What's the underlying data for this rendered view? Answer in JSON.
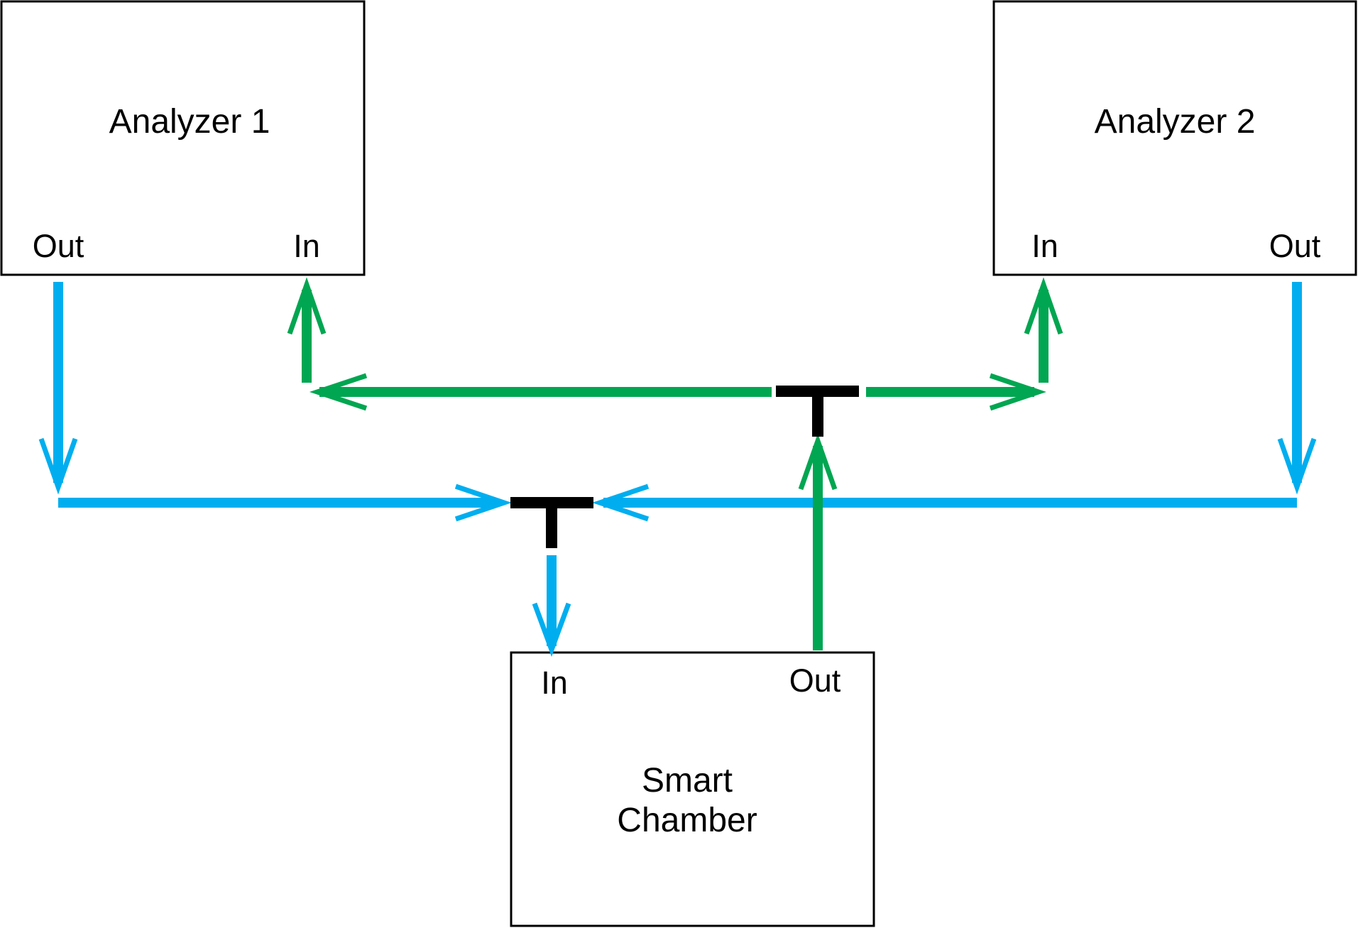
{
  "colors": {
    "blue_flow": "#00aeef",
    "green_flow": "#00a651",
    "tee": "#000000",
    "box_border": "#000000"
  },
  "analyzer1": {
    "title": "Analyzer 1",
    "out_label": "Out",
    "in_label": "In"
  },
  "analyzer2": {
    "title": "Analyzer 2",
    "in_label": "In",
    "out_label": "Out"
  },
  "smart_chamber": {
    "title_line1": "Smart",
    "title_line2": "Chamber",
    "in_label": "In",
    "out_label": "Out"
  },
  "connectors": [
    {
      "name": "blue-tee",
      "type": "tee",
      "color": "blue_flow"
    },
    {
      "name": "green-tee",
      "type": "tee",
      "color": "green_flow"
    }
  ]
}
